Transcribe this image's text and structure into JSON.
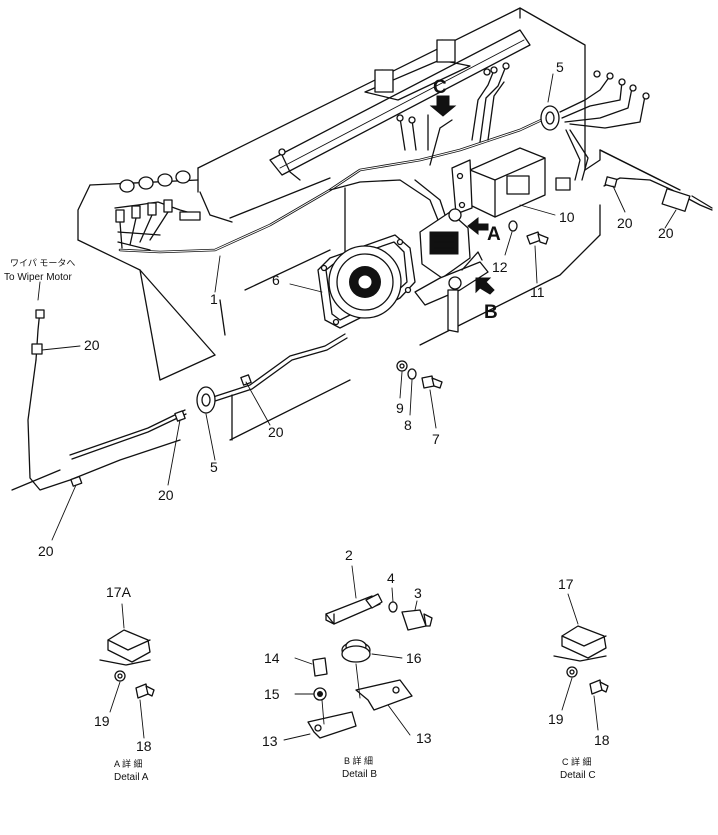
{
  "callouts": {
    "c1": "1",
    "c2": "2",
    "c3": "3",
    "c4": "4",
    "c5a": "5",
    "c5b": "5",
    "c6": "6",
    "c7": "7",
    "c8": "8",
    "c9": "9",
    "c10": "10",
    "c11": "11",
    "c12": "12",
    "c13a": "13",
    "c13b": "13",
    "c14": "14",
    "c15": "15",
    "c16": "16",
    "c17": "17",
    "c17a": "17A",
    "c18a": "18",
    "c18c": "18",
    "c19a": "19",
    "c19c": "19",
    "c20a": "20",
    "c20b": "20",
    "c20c": "20",
    "c20d": "20",
    "c20e": "20",
    "c20f": "20"
  },
  "view_letters": {
    "a": "A",
    "b": "B",
    "c": "C"
  },
  "wiper_motor": {
    "jp": "ワイパ モータへ",
    "en": "To Wiper Motor"
  },
  "details": {
    "a_jp": "A 詳 細",
    "a_en": "Detail A",
    "b_jp": "B 詳 細",
    "b_en": "Detail B",
    "c_jp": "C 詳 細",
    "c_en": "Detail C"
  }
}
